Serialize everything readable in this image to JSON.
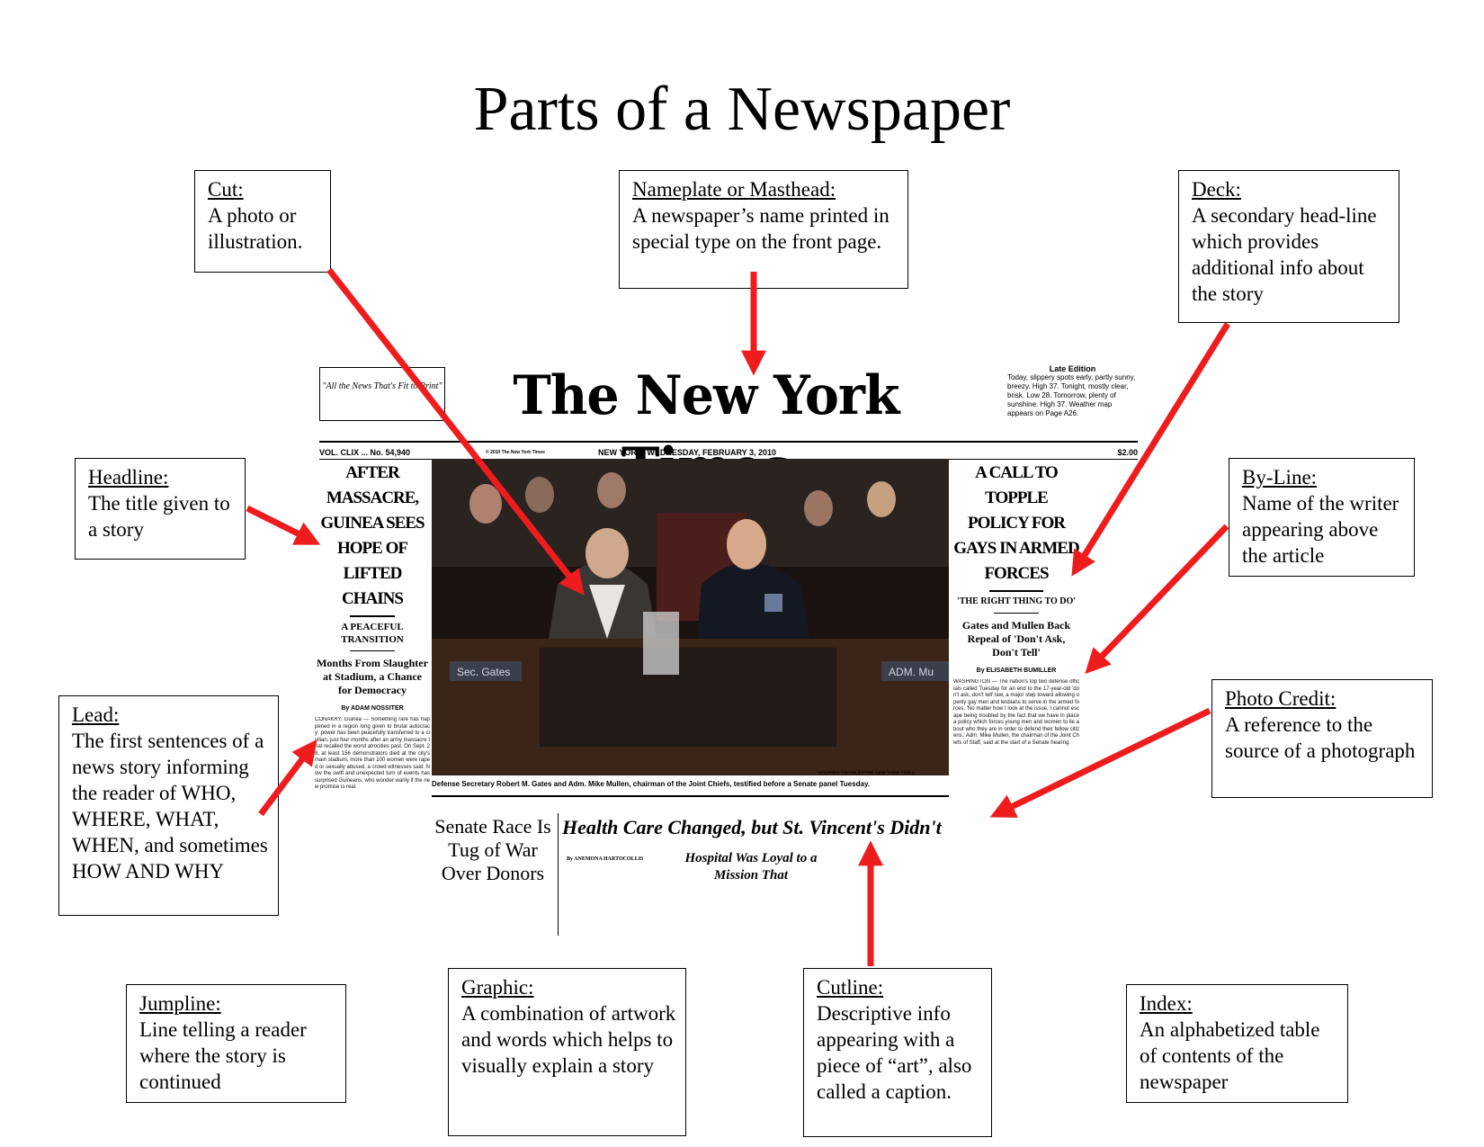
{
  "title": "Parts of a Newspaper",
  "labels": {
    "cut": {
      "term": "Cut:",
      "desc": "A photo or illustration."
    },
    "nameplate": {
      "term": "Nameplate or Masthead:",
      "desc": "A newspaper’s name printed in special type on the front page."
    },
    "deck": {
      "term": "Deck:",
      "desc": "A secondary head-line which provides additional info about the story"
    },
    "headline": {
      "term": "Headline:",
      "desc": "The title given to a story"
    },
    "byline": {
      "term": "By-Line:",
      "desc": "Name of the writer appearing above the article"
    },
    "lead": {
      "term": "Lead:",
      "desc": "The first sentences of a news story informing the reader of WHO, WHERE, WHAT, WHEN, and sometimes HOW AND WHY"
    },
    "photo_credit": {
      "term": "Photo Credit:",
      "desc": "A reference to the source of a photograph"
    },
    "jumpline": {
      "term": "Jumpline:",
      "desc": "Line telling a reader where the story is continued"
    },
    "graphic": {
      "term": "Graphic:",
      "desc": "A combination of artwork and words which helps to visually explain a story"
    },
    "cutline": {
      "term": "Cutline:",
      "desc": "Descriptive info appearing with a piece of “art”, also called a caption."
    },
    "index": {
      "term": "Index:",
      "desc": "An alphabetized table of contents of the newspaper"
    }
  },
  "newspaper": {
    "ear": "\"All the News That's Fit to Print\"",
    "name": "The New York Times",
    "weather_title": "Late Edition",
    "weather_text": "Today, slippery spots early, partly sunny, breezy. High 37. Tonight, mostly clear, brisk. Low 28. Tomorrow, plenty of sunshine. High 37. Weather map appears on Page A26.",
    "vol": "VOL. CLIX ... No. 54,940",
    "copyright": "© 2010 The New York Times",
    "dateline": "NEW YORK, WEDNESDAY, FEBRUARY 3, 2010",
    "price": "$2.00",
    "left_headline": "AFTER MASSACRE, GUINEA SEES HOPE OF LIFTED CHAINS",
    "left_sub": "A PEACEFUL TRANSITION",
    "left_deck": "Months From Slaughter at Stadium, a Chance for Democracy",
    "left_byline": "By ADAM NOSSITER",
    "right_headline": "A CALL TO TOPPLE POLICY FOR GAYS IN ARMED FORCES",
    "right_sub": "'THE RIGHT THING TO DO'",
    "right_deck": "Gates and Mullen Back Repeal of 'Don't Ask, Don't Tell'",
    "right_byline": "By ELISABETH BUMILLER",
    "body_text": "CONAKRY, Guinea — Something rare has happened in a region long given to brutal autocracy: power has been peacefully transferred to a civilian, just four months after an army massacre that recalled the worst atrocities past. On Sept. 28, at least 156 demonstrators died at the city's main stadium, more than 100 women were raped or sexually abused, a crowd witnesses said. Now the swift and unexpected turn of events has surprised Guineans, who wonder warily if the new promise is real.",
    "body_text_right": "WASHINGTON — The nation's top two defense officials called Tuesday for an end to the 17-year-old 'don't ask, don't tell' law, a major step toward allowing openly gay men and lesbians to serve in the armed forces. 'No matter how I look at the issue, I cannot escape being troubled by the fact that we have in place a policy which forces young men and women to lie about who they are in order to defend their fellow citizens,' Adm. Mike Mullen, the chairman of the Joint Chiefs of Staff, said at the start of a Senate hearing.",
    "cutline": "Defense Secretary Robert M. Gates and Adm. Mike Mullen, chairman of the Joint Chiefs, testified before a Senate panel Tuesday.",
    "photo_credit": "STEPHEN CROWLEY/THE NEW YORK TIMES",
    "nameplate_left": "Sec. Gates",
    "nameplate_right": "ADM. Mu",
    "senate": "Senate Race Is Tug of War Over Donors",
    "health": "Health Care Changed, but St. Vincent's Didn't",
    "health_byline": "By ANEMONA HARTOCOLLIS",
    "hospital": "Hospital Was Loyal to a Mission That"
  },
  "colors": {
    "arrow": "#ee1c1c"
  }
}
